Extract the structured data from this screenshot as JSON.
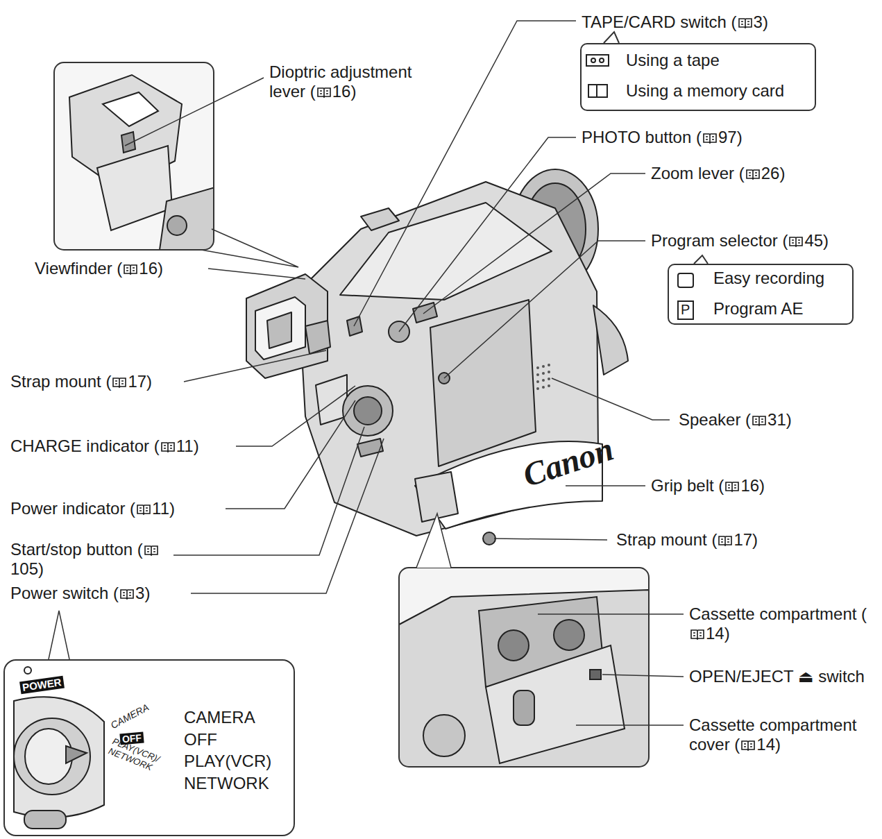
{
  "diagram": {
    "nodes": [
      {
        "text": [
          "TAPE/CARD switch (3)",
          "Using a tape",
          "Using a memory card"
        ]
      },
      {
        "text": [
          "Program selector (45)",
          "Easy recording",
          "Program AE"
        ]
      },
      {
        "text": [
          "POWER",
          "CAMERA",
          "OFF",
          "PLAY(VCR)/ NETWORK",
          "CAMERA",
          "OFF",
          "PLAY(VCR)",
          "NETWORK"
        ]
      }
    ],
    "labels": [
      "Dioptric adjustment lever (16)",
      "Viewfinder (16)",
      "Strap mount (17)",
      "CHARGE indicator (11)",
      "Power indicator (11)",
      "Start/stop button (105)",
      "Power switch (3)",
      "PHOTO button (97)",
      "Zoom lever (26)",
      "Speaker (31)",
      "Grip belt (16)",
      "Strap mount (17)",
      "Cassette compartment (14)",
      "OPEN/EJECT ⏏ switch",
      "Cassette compartment cover (14)",
      "Canon",
      "P"
    ]
  }
}
